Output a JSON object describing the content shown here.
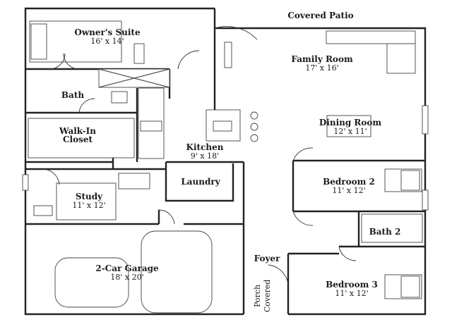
{
  "rooms": {
    "covered_patio": {
      "title": "Covered Patio"
    },
    "owners_suite": {
      "title": "Owner's Suite",
      "dims": "16' x 14'"
    },
    "family_room": {
      "title": "Family Room",
      "dims": "17' x 16'"
    },
    "bath": {
      "title": "Bath"
    },
    "walk_in_closet": {
      "title_line1": "Walk-In",
      "title_line2": "Closet"
    },
    "dining_room": {
      "title": "Dining Room",
      "dims": "12' x 11'"
    },
    "kitchen": {
      "title": "Kitchen",
      "dims": "9' x 18'"
    },
    "laundry": {
      "title": "Laundry"
    },
    "bedroom2": {
      "title": "Bedroom 2",
      "dims": "11' x 12'"
    },
    "study": {
      "title": "Study",
      "dims": "11' x 12'"
    },
    "bath2": {
      "title": "Bath 2"
    },
    "garage": {
      "title": "2-Car Garage",
      "dims": "18' x 20'"
    },
    "foyer": {
      "title": "Foyer"
    },
    "bedroom3": {
      "title": "Bedroom 3",
      "dims": "11' x 12'"
    },
    "porch": {
      "line1": "Porch",
      "line2": "Covered"
    }
  }
}
